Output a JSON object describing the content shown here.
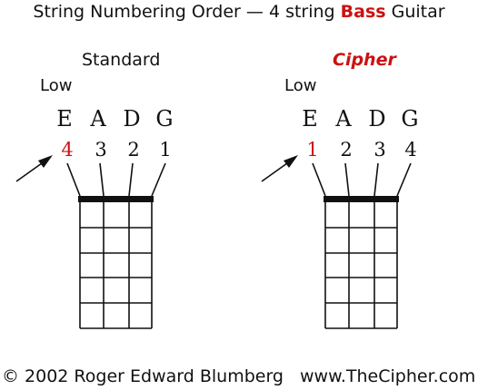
{
  "title": {
    "prefix": "String Numbering Order — 4 string ",
    "highlight": "Bass",
    "suffix": " Guitar"
  },
  "diagrams": [
    {
      "heading": "Standard",
      "low_label": "Low",
      "notes": [
        "E",
        "A",
        "D",
        "G"
      ],
      "numbers": [
        "4",
        "3",
        "2",
        "1"
      ],
      "highlighted_index": 0
    },
    {
      "heading": "Cipher",
      "low_label": "Low",
      "notes": [
        "E",
        "A",
        "D",
        "G"
      ],
      "numbers": [
        "1",
        "2",
        "3",
        "4"
      ],
      "highlighted_index": 0
    }
  ],
  "footer": {
    "copyright": "© 2002 Roger Edward Blumberg",
    "site": "www.TheCipher.com"
  },
  "colors": {
    "accent": "#cc1111",
    "ink": "#111111"
  },
  "fretboard": {
    "strings": 4,
    "frets": 5
  }
}
